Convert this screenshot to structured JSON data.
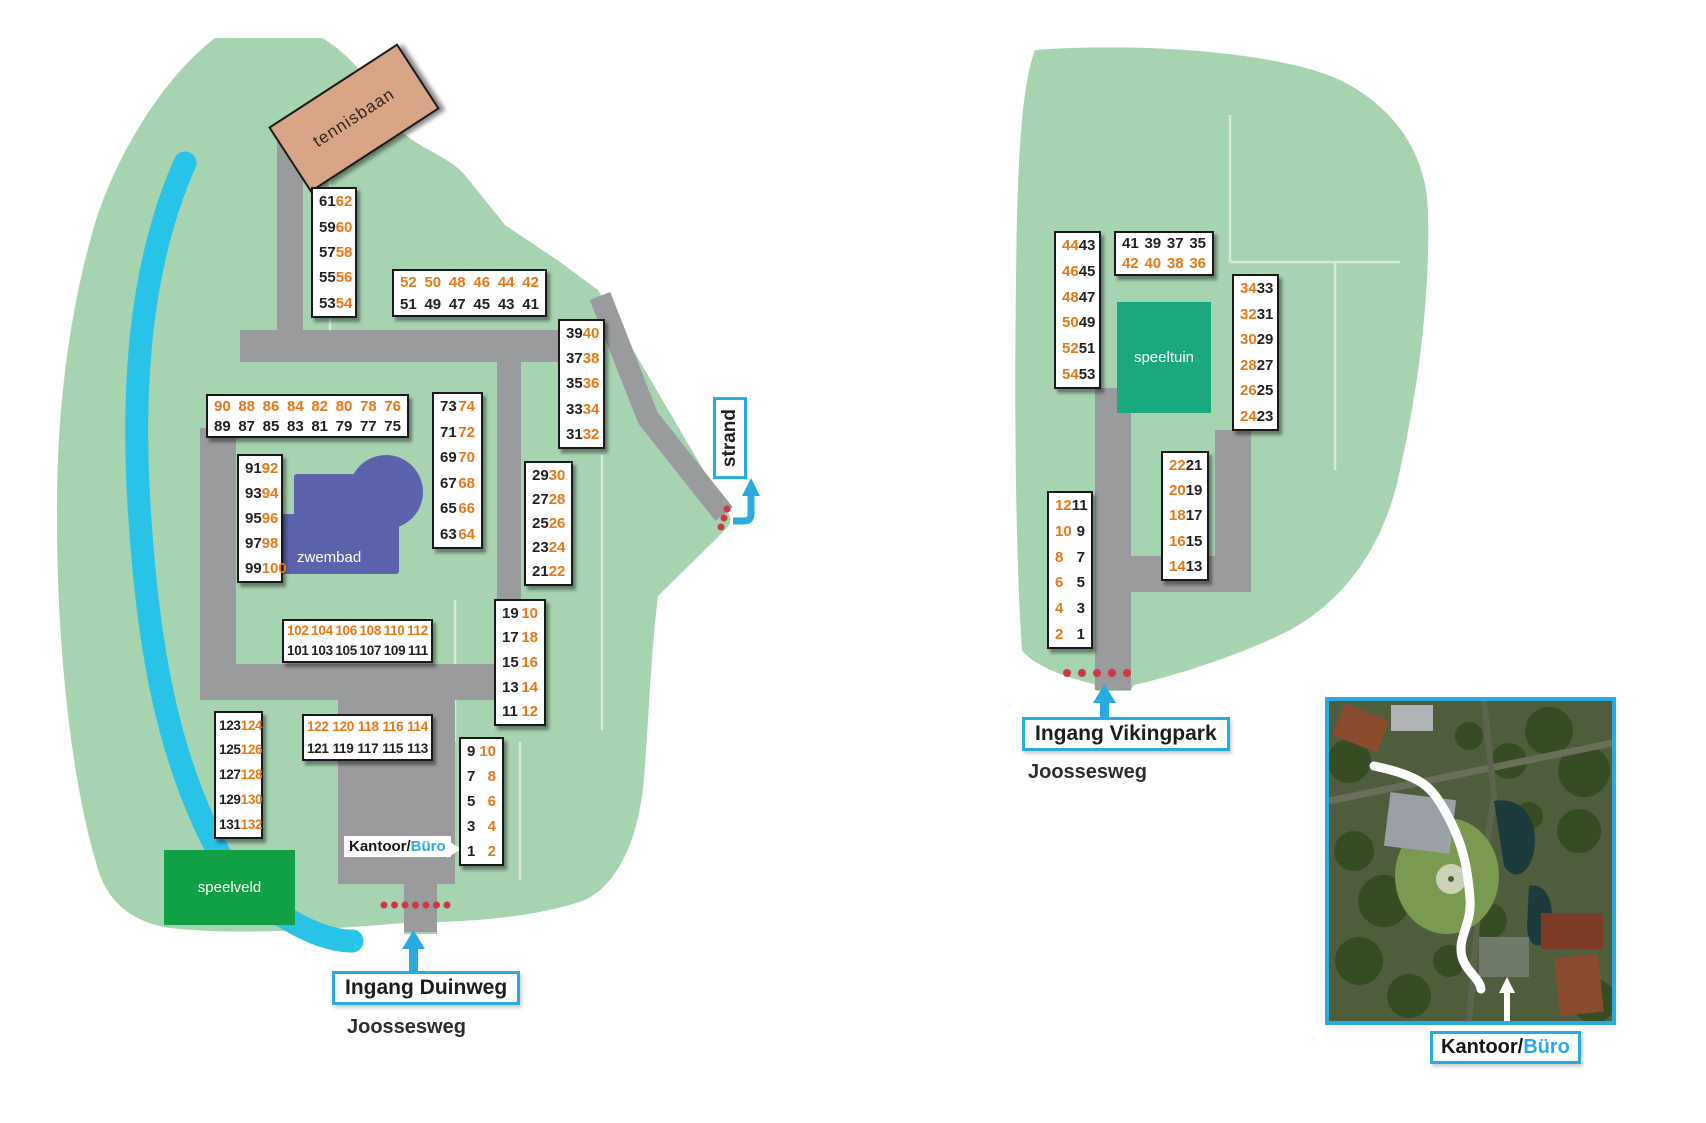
{
  "colors": {
    "orange": "#e87817",
    "park_green": "#a6d3b0",
    "road_gray": "#999b9d",
    "accent_blue": "#29abe2",
    "dot_red": "#cf3745",
    "pool_blue": "#5b63ad",
    "field_green": "#11a044",
    "playground_teal": "#1aa97f",
    "court_tan": "#d8a687",
    "water_cyan": "#29c3e8"
  },
  "areas": {
    "tennis_court": "tennisbaan",
    "pool": "zwembad",
    "play_field": "speelveld",
    "playground": "speeltuin"
  },
  "labels": {
    "strand": "strand",
    "office_black": "Kantoor/",
    "office_blue": "Büro",
    "entrance_left": "Ingang Duinweg",
    "street_left": "Joossesweg",
    "entrance_right": "Ingang Vikingpark",
    "street_right": "Joossesweg",
    "photo_office_black": "Kantoor/",
    "photo_office_blue": "Büro"
  },
  "blocks": {
    "b61": {
      "rows": [
        [
          "61",
          "62"
        ],
        [
          "59",
          "60"
        ],
        [
          "57",
          "58"
        ],
        [
          "55",
          "56"
        ],
        [
          "53",
          "54"
        ]
      ]
    },
    "b42": {
      "rows": [
        [
          "52",
          "50",
          "48",
          "46",
          "44",
          "42"
        ],
        [
          "51",
          "49",
          "47",
          "45",
          "43",
          "41"
        ]
      ]
    },
    "b39": {
      "rows": [
        [
          "39",
          "40"
        ],
        [
          "37",
          "38"
        ],
        [
          "35",
          "36"
        ],
        [
          "33",
          "34"
        ],
        [
          "31",
          "32"
        ]
      ]
    },
    "b90": {
      "rows": [
        [
          "90",
          "88",
          "86",
          "84",
          "82",
          "80",
          "78",
          "76"
        ],
        [
          "89",
          "87",
          "85",
          "83",
          "81",
          "79",
          "77",
          "75"
        ]
      ]
    },
    "b91": {
      "rows": [
        [
          "91",
          "92"
        ],
        [
          "93",
          "94"
        ],
        [
          "95",
          "96"
        ],
        [
          "97",
          "98"
        ],
        [
          "99",
          "100"
        ]
      ]
    },
    "b73": {
      "rows": [
        [
          "73",
          "74"
        ],
        [
          "71",
          "72"
        ],
        [
          "69",
          "70"
        ],
        [
          "67",
          "68"
        ],
        [
          "65",
          "66"
        ],
        [
          "63",
          "64"
        ]
      ]
    },
    "b29": {
      "rows": [
        [
          "29",
          "30"
        ],
        [
          "27",
          "28"
        ],
        [
          "25",
          "26"
        ],
        [
          "23",
          "24"
        ],
        [
          "21",
          "22"
        ]
      ]
    },
    "b102": {
      "rows": [
        [
          "102",
          "104",
          "106",
          "108",
          "110",
          "112"
        ],
        [
          "101",
          "103",
          "105",
          "107",
          "109",
          "111"
        ]
      ]
    },
    "b19": {
      "rows": [
        [
          "19",
          "10"
        ],
        [
          "17",
          "18"
        ],
        [
          "15",
          "16"
        ],
        [
          "13",
          "14"
        ],
        [
          "11",
          "12"
        ]
      ]
    },
    "b123": {
      "rows": [
        [
          "123",
          "124"
        ],
        [
          "125",
          "126"
        ],
        [
          "127",
          "128"
        ],
        [
          "129",
          "130"
        ],
        [
          "131",
          "132"
        ]
      ]
    },
    "b122": {
      "rows": [
        [
          "122",
          "120",
          "118",
          "116",
          "114"
        ],
        [
          "121",
          "119",
          "117",
          "115",
          "113"
        ]
      ]
    },
    "b9": {
      "rows": [
        [
          "9",
          "10"
        ],
        [
          "7",
          "8"
        ],
        [
          "5",
          "6"
        ],
        [
          "3",
          "4"
        ],
        [
          "1",
          "2"
        ]
      ]
    },
    "v44": {
      "rows": [
        [
          "44",
          "43"
        ],
        [
          "46",
          "45"
        ],
        [
          "48",
          "47"
        ],
        [
          "50",
          "49"
        ],
        [
          "52",
          "51"
        ],
        [
          "54",
          "53"
        ]
      ]
    },
    "v41": {
      "rows": [
        [
          "41",
          "39",
          "37",
          "35"
        ],
        [
          "42",
          "40",
          "38",
          "36"
        ]
      ]
    },
    "v34": {
      "rows": [
        [
          "34",
          "33"
        ],
        [
          "32",
          "31"
        ],
        [
          "30",
          "29"
        ],
        [
          "28",
          "27"
        ],
        [
          "26",
          "25"
        ],
        [
          "24",
          "23"
        ]
      ]
    },
    "v22": {
      "rows": [
        [
          "22",
          "21"
        ],
        [
          "20",
          "19"
        ],
        [
          "18",
          "17"
        ],
        [
          "16",
          "15"
        ],
        [
          "14",
          "13"
        ]
      ]
    },
    "v12": {
      "rows": [
        [
          "12",
          "11"
        ],
        [
          "10",
          "9"
        ],
        [
          "8",
          "7"
        ],
        [
          "6",
          "5"
        ],
        [
          "4",
          "3"
        ],
        [
          "2",
          "1"
        ]
      ]
    }
  }
}
